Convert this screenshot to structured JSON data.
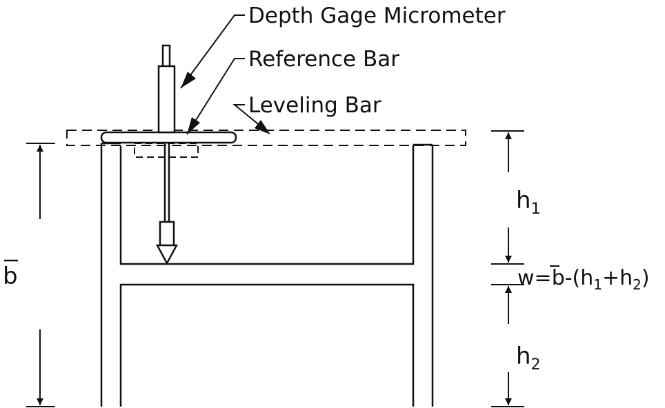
{
  "labels": {
    "depth_gage_micrometer": "Depth Gage Micrometer",
    "reference_bar": "Reference Bar",
    "leveling_bar": "Leveling Bar"
  },
  "dimensions": {
    "b_bar": "b",
    "h1": "h",
    "h1_sub": "1",
    "h2": "h",
    "h2_sub": "2",
    "w_formula": {
      "w_eq": "w=",
      "b": "b",
      "minus": "-(h",
      "sub1": "1",
      "plus": "+h",
      "sub2": "2",
      "close": ")"
    }
  },
  "colors": {
    "ink": "#111111",
    "paper": "#ffffff"
  }
}
